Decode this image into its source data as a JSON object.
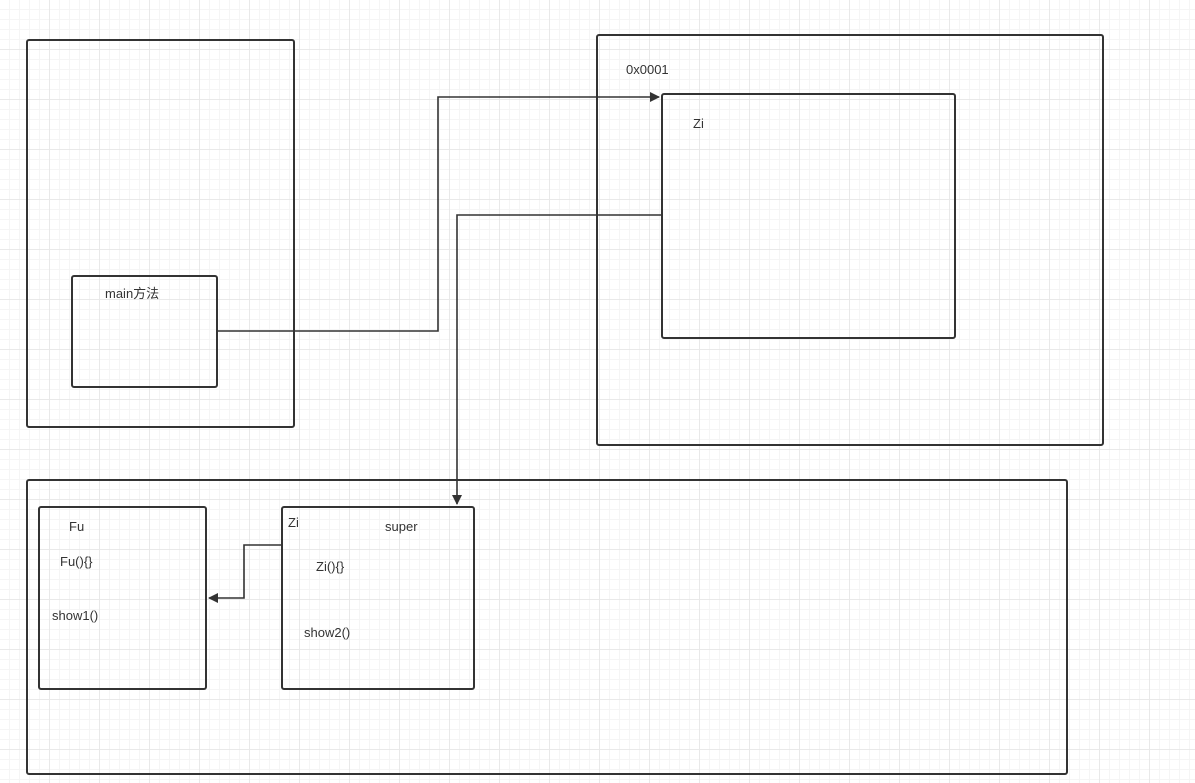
{
  "diagram": {
    "stack": {
      "main_label": "main方法"
    },
    "heap": {
      "address_label": "0x0001",
      "zi_object_label": "Zi"
    },
    "method_area": {
      "fu_class": {
        "name": "Fu",
        "constructor": "Fu(){}",
        "method": "show1()"
      },
      "zi_class": {
        "name": "Zi",
        "super_label": "super",
        "constructor": "Zi(){}",
        "method": "show2()"
      }
    }
  },
  "colors": {
    "stroke": "#333333",
    "grid": "#e9e9e9",
    "background": "#ffffff"
  }
}
